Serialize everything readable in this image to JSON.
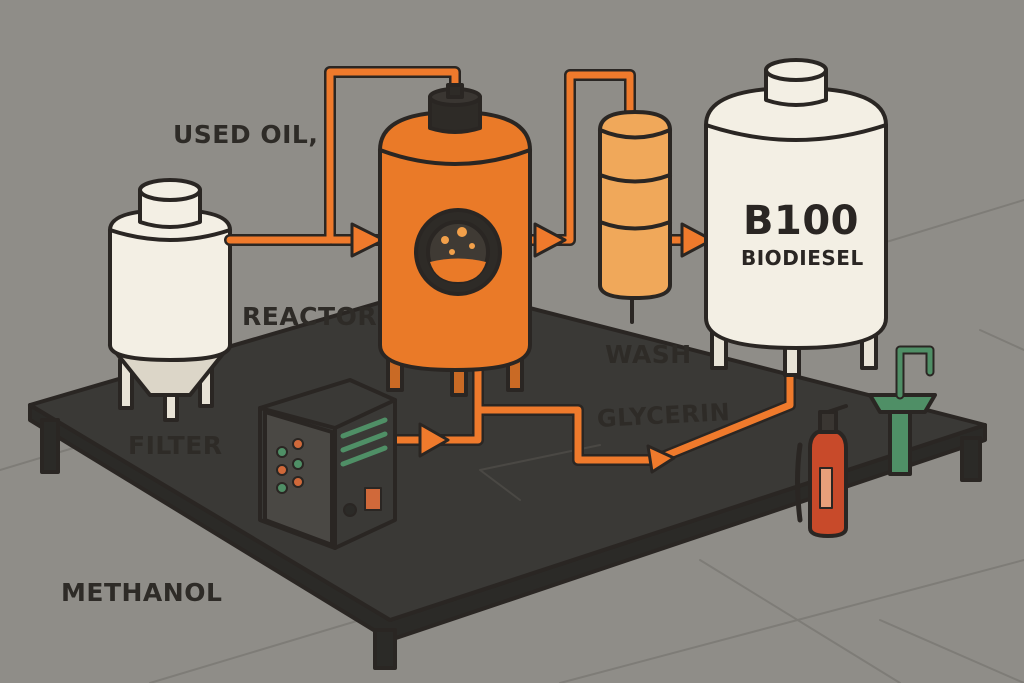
{
  "labels": {
    "used_oil": "USED OIL,",
    "reactor": "REACTOR",
    "filter": "FILTER",
    "methanol": "METHANOL",
    "wash": "WASH",
    "glycerin": "GLYCERIN",
    "b100": "B100",
    "biodiesel": "BIODIESEL"
  },
  "colors": {
    "background": "#8f8d88",
    "platform": "#3a3936",
    "pipe": "#ef7a2c",
    "reactor": "#ea7a28",
    "wash_column": "#f0a85a",
    "tank_white": "#f3efe4",
    "outline": "#2a2623",
    "extinguisher": "#c84a2a",
    "eyewash": "#4f8f66"
  }
}
